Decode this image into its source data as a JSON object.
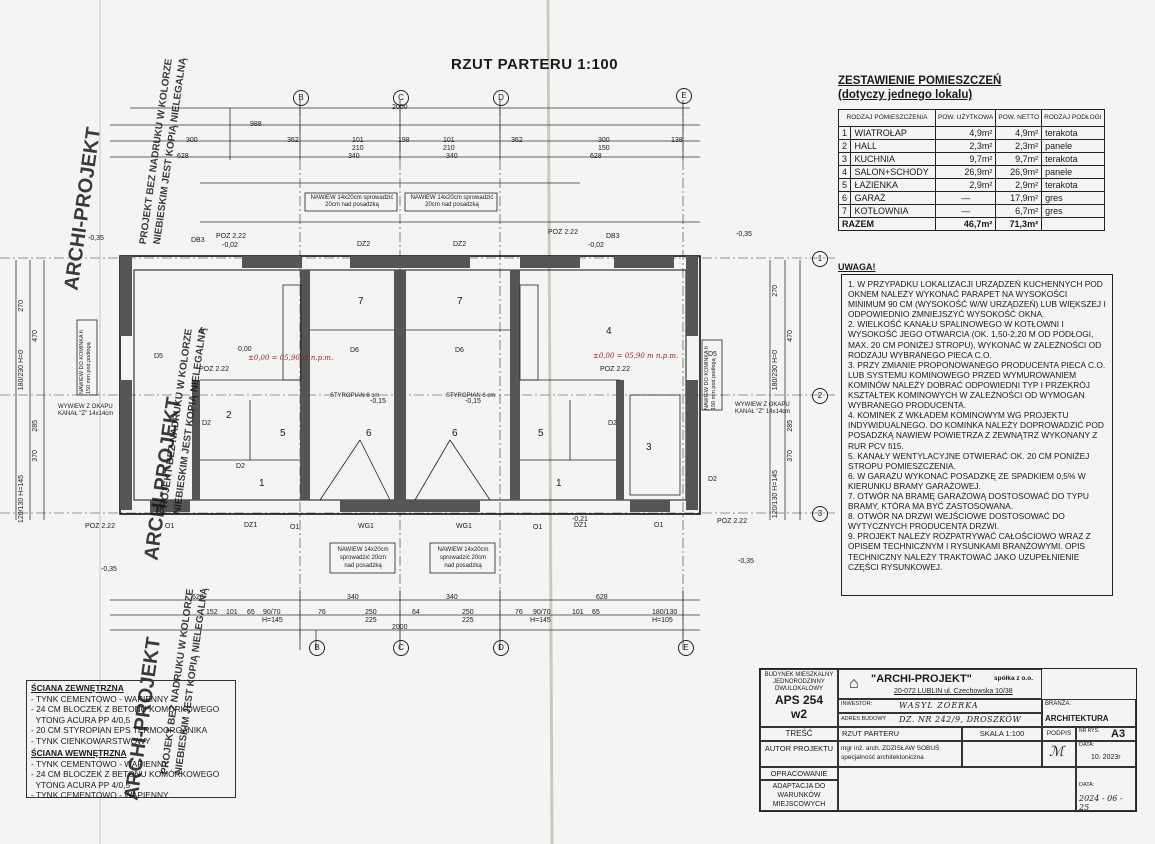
{
  "title": "RZUT PARTERU 1:100",
  "schedule": {
    "title_line1": "ZESTAWIENIE POMIESZCZEŃ",
    "title_line2": "(dotyczy jednego lokalu)",
    "headers": [
      "RODZAJ POMIESZCZENIA",
      "POW. UŻYTKOWA",
      "POW. NETTO",
      "RODZAJ PODŁOGI"
    ],
    "rows": [
      {
        "no": "1",
        "name": "WIATROŁAP",
        "usable": "4,9m²",
        "net": "4,9m²",
        "floor": "terakota"
      },
      {
        "no": "2",
        "name": "HALL",
        "usable": "2,3m²",
        "net": "2,3m²",
        "floor": "panele"
      },
      {
        "no": "3",
        "name": "KUCHNIA",
        "usable": "9,7m²",
        "net": "9,7m²",
        "floor": "terakota"
      },
      {
        "no": "4",
        "name": "SALON+SCHODY",
        "usable": "26,9m²",
        "net": "26,9m²",
        "floor": "panele"
      },
      {
        "no": "5",
        "name": "ŁAZIENKA",
        "usable": "2,9m²",
        "net": "2,9m²",
        "floor": "terakota"
      },
      {
        "no": "6",
        "name": "GARAŻ",
        "usable": "—",
        "net": "17,9m²",
        "floor": "gres"
      },
      {
        "no": "7",
        "name": "KOTŁOWNIA",
        "usable": "—",
        "net": "6,7m²",
        "floor": "gres"
      }
    ],
    "total": {
      "label": "RAZEM",
      "usable": "46,7m²",
      "net": "71,3m²"
    }
  },
  "notes": {
    "heading": "UWAGA!",
    "items": [
      "1. W PRZYPADKU LOKALIZACJI URZĄDZEŃ KUCHENNYCH POD OKNEM NALEŻY WYKONAĆ PARAPET NA WYSOKOŚCI MINIMUM 90 CM (WYSOKOŚĆ W/W URZĄDZEŃ) LUB WIĘKSZEJ I ODPOWIEDNIO ZMNIEJSZYĆ WYSOKOŚĆ OKNA.",
      "2. WIELKOŚĆ KANAŁU SPALINOWEGO W KOTŁOWNI I WYSOKOŚĆ JEGO OTWARCIA (OK. 1,50-2,20 M OD PODŁOGI, MAX. 20 CM PONIŻEJ STROPU), WYKONAĆ W ZALEŻNOŚCI OD RODZAJU WYBRANEGO PIECA C.O.",
      "3. PRZY ZMIANIE PROPONOWANEGO PRODUCENTA PIECA C.O. LUB SYSTEMU KOMINOWEGO PRZED WYMUROWANIEM KOMINÓW NALEŻY DOBRAĆ ODPOWIEDNI TYP I PRZEKRÓJ KSZTAŁTEK KOMINOWYCH W ZALEŻNOŚCI OD WYMOGAN WYBRANEGO PRODUCENTA.",
      "4. KOMINEK Z WKŁADEM KOMINOWYM WG PROJEKTU INDYWIDUALNEGO. DO KOMINKA NALEŻY DOPROWADZIĆ POD POSADZKĄ NAWIEW POWIETRZA Z ZEWNĄTRZ WYKONANY Z RUR PCV fi15.",
      "5. KANAŁY WENTYLACYJNE OTWIERAĆ OK. 20 CM PONIŻEJ STROPU POMIESZCZENIA.",
      "6. W GARAŻU WYKONAĆ POSADZKĘ ZE SPADKIEM 0,5% W KIERUNKU BRAMY GARAŻOWEJ.",
      "7. OTWÓR NA BRAMĘ GARAŻOWĄ DOSTOSOWAĆ DO TYPU BRAMY, KTÓRA MA BYĆ ZASTOSOWANA.",
      "8. OTWÓR NA DRZWI WEJŚCIOWE DOSTOSOWAĆ DO WYTYCZNYCH PRODUCENTA DRZWI.",
      "9. PROJEKT NALEŻY ROZPATRYWAĆ CAŁOŚCIOWO WRAZ Z OPISEM TECHNICZNYM I RYSUNKAMI BRANŻOWYMI. OPIS TECHNICZNY NALEŻY TRAKTOWAĆ JAKO UZUPEŁNIENIE CZĘŚCI RYSUNKOWEJ."
    ]
  },
  "walls": {
    "ext_heading": "ŚCIANA ZEWNĘTRZNA",
    "ext_items": [
      "- TYNK CEMENTOWO - WAPIENNY",
      "- 24 CM BLOCZEK Z BETONU KOMÓRKOWEGO",
      "  YTONG ACURA PP 4/0,5",
      "- 20 CM STYROPIAN EPS TERMOORGANIKA",
      "- TYNK CIENKOWARSTWOWY"
    ],
    "int_heading": "ŚCIANA WEWNĘTRZNA",
    "int_items": [
      "- TYNK CEMENTOWO - WAPIENNY",
      "- 24 CM BLOCZEK Z BETONU KOMÓRKOWEGO",
      "  YTONG ACURA PP 4/0,5",
      "- TYNK CEMENTOWO - WAPIENNY"
    ]
  },
  "titleblock": {
    "building": "BUDYNEK MIESZKALNY JEDNORODZINNY DWULOKALOWY",
    "code": "APS 254",
    "variant": "w2",
    "company": "\"ARCHI-PROJEKT\"",
    "company_suffix": "spółka z o.o.",
    "address": "20-072 LUBLIN ul. Czechowska 10/38",
    "branza_label": "BRANŻA:",
    "branza": "ARCHITEKTURA",
    "investor_label": "INWESTOR:",
    "investor": "WASYL ZOERKA",
    "site_label": "ADRES BUDOWY",
    "site": "DZ. NR 242/9, DROSZKÓW",
    "tresc_label": "TREŚĆ",
    "tresc": "RZUT PARTERU",
    "scale": "SKALA 1:100",
    "podpis": "PODPIS",
    "sheet_label": "NR RYS.",
    "sheet": "A3",
    "author_label": "AUTOR PROJEKTU",
    "author": "mgr inż. arch. ZDZISŁAW SOBUŚ",
    "author_spec": "specjalność architektoniczna",
    "date_label": "DATA:",
    "date": "10. 2023r",
    "opracowanie": "OPRACOWANIE",
    "adaptacja": "ADAPTACJA DO WARUNKÓW MIEJSCOWYCH",
    "date2": "2024 - 06 - 25"
  },
  "stamps": {
    "archi": "ARCHI-PROJEKT",
    "copy1": "PROJEKT BEZ NADRUKU W KOLORZE",
    "copy2": "NIEBIESKIM JEST KOPIĄ NIELEGALNĄ"
  },
  "plan": {
    "axes_top": [
      "B",
      "C",
      "D",
      "E"
    ],
    "axes_side": [
      "1",
      "2",
      "3"
    ],
    "rooms": [
      {
        "id": "r4l",
        "text": "4"
      },
      {
        "id": "r7l",
        "text": "7"
      },
      {
        "id": "r6l",
        "text": "6"
      },
      {
        "id": "r5l",
        "text": "5"
      },
      {
        "id": "r1l",
        "text": "1"
      },
      {
        "id": "r2l",
        "text": "2"
      },
      {
        "id": "r4r",
        "text": "4"
      },
      {
        "id": "r7r",
        "text": "7"
      },
      {
        "id": "r6r",
        "text": "6"
      },
      {
        "id": "r5r",
        "text": "5"
      },
      {
        "id": "r1r",
        "text": "1"
      },
      {
        "id": "r3r",
        "text": "3"
      }
    ],
    "dims_top1": [
      "988",
      "362",
      "101",
      "198",
      "101",
      "362",
      "300",
      "138"
    ],
    "dims_top2": [
      "300",
      "210",
      "210",
      "150"
    ],
    "dims_top3": [
      "628",
      "340",
      "340",
      "628"
    ],
    "dim_total": "2000",
    "dims_bottom1": [
      "628",
      "340",
      "340",
      "628"
    ],
    "dims_bottom2": [
      "152",
      "101",
      "65",
      "90/70",
      "76",
      "250",
      "64",
      "250",
      "76",
      "90/70",
      "101",
      "65",
      "180/130"
    ],
    "dims_bottom3": [
      "H=145",
      "225",
      "225",
      "H=145",
      "H=105"
    ],
    "nawiew": "NAWIEW 14x20cm sprowadzić 20cm nad posadzką",
    "nawiew_bot": [
      "NAWIEW 14x20cm",
      "sprowadzić 20cm",
      "nad posadzką"
    ],
    "wywiew": "WYWIEW Z OKAPU KANAŁ \"Z\" 14x14cm",
    "nawiew_kominek": "NAWIEW DO KOMINKA fi 150 mm pod podłogą",
    "styropian": "STYROPIAN 6 cm",
    "levels": [
      "-0,35",
      "-0,02",
      "-0,15",
      "0,00",
      "-0,15",
      "-0,02",
      "-0,35",
      "-0,21"
    ],
    "poz": "POZ 2.22",
    "openings": [
      "DB3",
      "DZ2",
      "DZ2",
      "DB3",
      "D6",
      "D6",
      "D5",
      "D5",
      "D2",
      "D2",
      "D2",
      "D2",
      "O1",
      "O1",
      "O1",
      "O1",
      "WG1",
      "WG1",
      "DZ1",
      "DZ1"
    ],
    "side_dims": [
      "270",
      "470",
      "180/230 H=0",
      "285",
      "370",
      "120/130 H=145"
    ],
    "hand_note": "±0,00 = 05,90 m n.p.m."
  }
}
